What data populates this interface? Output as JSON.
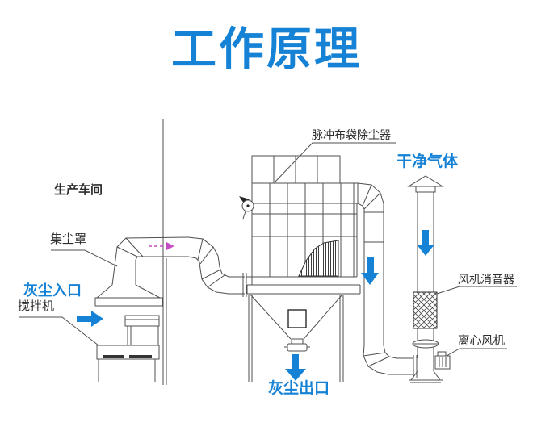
{
  "title": "工作原理",
  "colors": {
    "accent_blue": "#1682d6",
    "line_gray": "#4f4f4f",
    "dark_line": "#2b2b2b",
    "flow_pink": "#c44fc4",
    "label_dark": "#2e2e2e",
    "background": "#ffffff"
  },
  "diagram": {
    "labels": {
      "workshop": "生产车间",
      "dust_hood": "集尘罩",
      "dust_inlet": "灰尘入口",
      "mixer": "搅拌机",
      "collector": "脉冲布袋除尘器",
      "clean_gas": "干净气体",
      "silencer": "风机消音器",
      "fan": "离心风机",
      "dust_outlet": "灰尘出口"
    },
    "flow_arrows": {
      "dust_inlet_direction": "right",
      "duct_flow_direction": "right",
      "outlet_duct_direction": "down",
      "chimney_direction": "down",
      "dust_outlet_direction": "down"
    }
  }
}
